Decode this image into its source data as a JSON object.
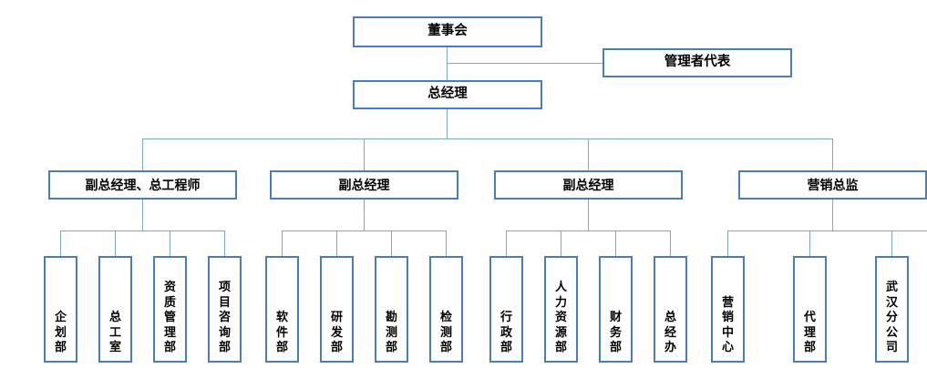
{
  "chart": {
    "type": "org-chart",
    "title": "",
    "nodes": {
      "board": "董事会",
      "management_rep": "管理者代表",
      "general_manager": "总经理"
    },
    "executives": [
      {
        "id": "exec1",
        "label": "副总经理、总工程师"
      },
      {
        "id": "exec2",
        "label": "副总经理"
      },
      {
        "id": "exec3",
        "label": "副总经理"
      },
      {
        "id": "exec4",
        "label": "营销总监"
      }
    ],
    "departments": {
      "exec1": [
        {
          "label": "企划部",
          "chars": [
            "企",
            "划",
            "部"
          ]
        },
        {
          "label": "总工室",
          "chars": [
            "总",
            "工",
            "室"
          ]
        },
        {
          "label": "资质管理部",
          "chars": [
            "资",
            "质",
            "管",
            "理",
            "部"
          ]
        },
        {
          "label": "项目咨询部",
          "chars": [
            "项",
            "目",
            "咨",
            "询",
            "部"
          ]
        }
      ],
      "exec2": [
        {
          "label": "软件部",
          "chars": [
            "软",
            "件",
            "部"
          ]
        },
        {
          "label": "研发部",
          "chars": [
            "研",
            "发",
            "部"
          ]
        },
        {
          "label": "勘测部",
          "chars": [
            "勘",
            "测",
            "部"
          ]
        },
        {
          "label": "检测部",
          "chars": [
            "检",
            "测",
            "部"
          ]
        }
      ],
      "exec3": [
        {
          "label": "行政部",
          "chars": [
            "行",
            "政",
            "部"
          ]
        },
        {
          "label": "人力资源部",
          "chars": [
            "人",
            "力",
            "资",
            "源",
            "部"
          ]
        },
        {
          "label": "财务部",
          "chars": [
            "财",
            "务",
            "部"
          ]
        },
        {
          "label": "总经办",
          "chars": [
            "总",
            "经",
            "办"
          ]
        }
      ],
      "exec4": [
        {
          "label": "营销中心",
          "chars": [
            "营",
            "销",
            "中",
            "心"
          ]
        },
        {
          "label": "代理部",
          "chars": [
            "代",
            "理",
            "部"
          ]
        },
        {
          "label": "武汉分公司",
          "chars": [
            "武",
            "汉",
            "分",
            "公",
            "司"
          ]
        }
      ]
    },
    "colors": {
      "box_border": "#4a7ebb",
      "connector": "#7ba7d0",
      "background": "#ffffff",
      "text": "#000000"
    }
  }
}
